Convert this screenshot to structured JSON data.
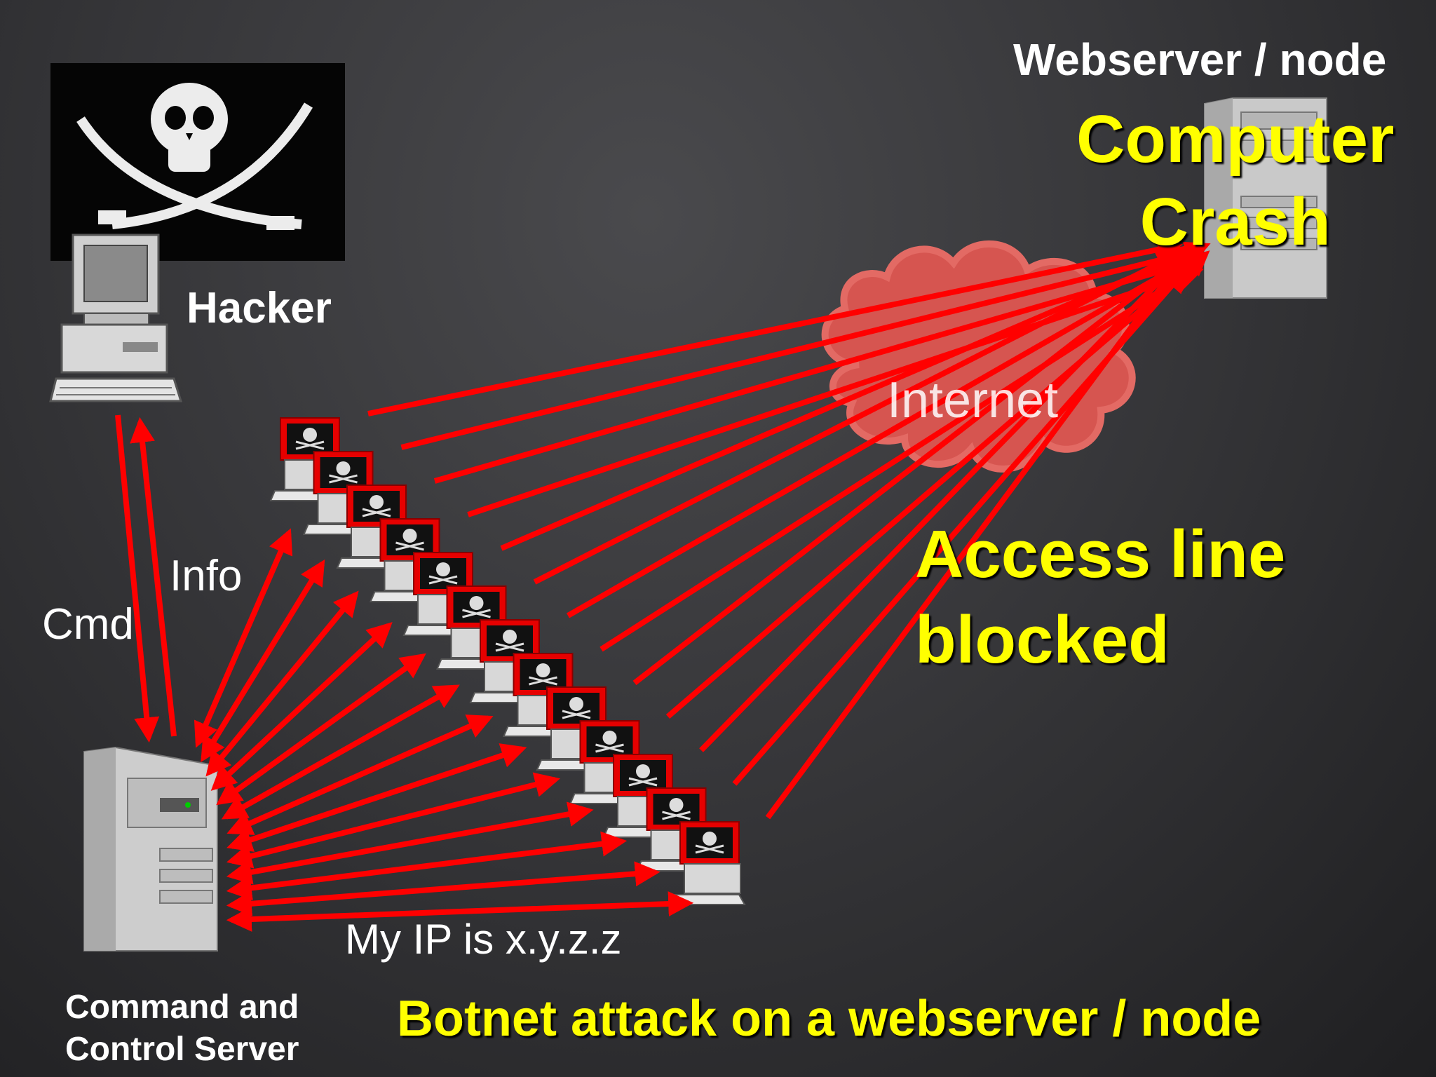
{
  "labels": {
    "webserver": "Webserver / node",
    "crash_line1": "Computer",
    "crash_line2": "Crash",
    "hacker": "Hacker",
    "info": "Info",
    "cmd": "Cmd",
    "access_line1": "Access line",
    "access_line2": "blocked",
    "internet": "Internet",
    "my_ip": "My IP is x.y.z.z",
    "cc_line1": "Command and",
    "cc_line2": "Control Server",
    "title": "Botnet attack on a webserver / node"
  },
  "nodes": {
    "hacker": "hacker-computer",
    "pirate_flag": "pirate-flag-icon",
    "cc_server": "server-tower-icon",
    "webserver": "server-tower-icon",
    "internet": "cloud-icon",
    "bot_count": 13
  },
  "colors": {
    "arrow": "#ff0000",
    "highlight_text": "#ffff00",
    "cloud": "#d9534f",
    "background": "#333335"
  }
}
